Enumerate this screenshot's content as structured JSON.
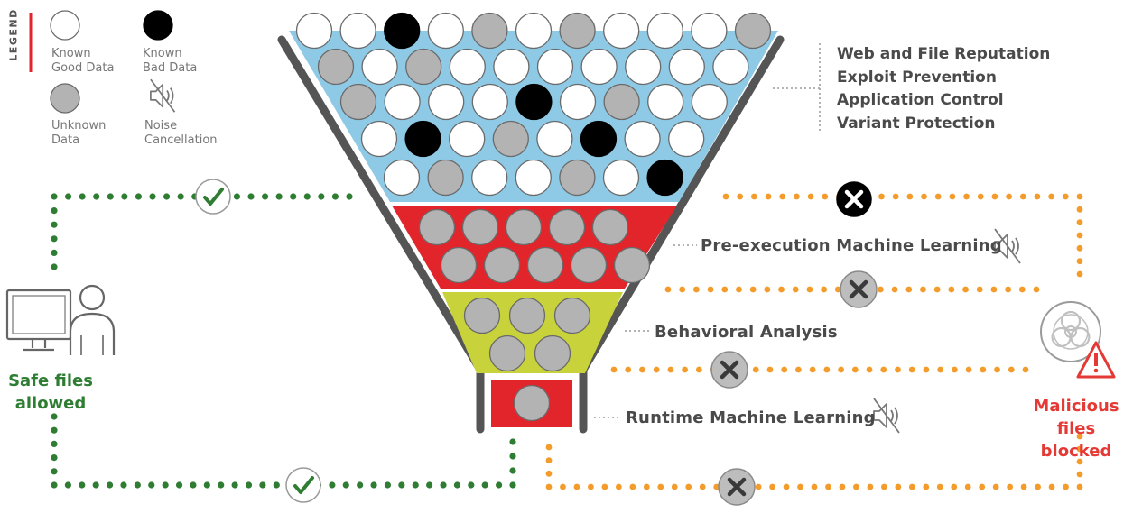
{
  "legend": {
    "title": "LEGEND",
    "known_good": "Known\nGood Data",
    "known_bad": "Known\nBad Data",
    "unknown": "Unknown\nData",
    "noise": "Noise\nCancellation"
  },
  "funnel": {
    "top_layer_rows": [
      [
        "w",
        "w",
        "b",
        "w",
        "g",
        "w",
        "g",
        "w",
        "w",
        "w",
        "g"
      ],
      [
        "g",
        "w",
        "g",
        "w",
        "w",
        "w",
        "w",
        "w",
        "w",
        "w"
      ],
      [
        "g",
        "w",
        "w",
        "w",
        "b",
        "w",
        "g",
        "w",
        "w"
      ],
      [
        "w",
        "b",
        "w",
        "g",
        "w",
        "b",
        "w",
        "w"
      ],
      [
        "w",
        "g",
        "w",
        "w",
        "g",
        "w",
        "b"
      ]
    ],
    "red_layer_rows": [
      5,
      5
    ],
    "yellow_layer_rows": [
      3,
      2
    ],
    "runtime_layer_count": 1
  },
  "labels": {
    "reputation_list": [
      "Web and File Reputation",
      "Exploit Prevention",
      "Application Control",
      "Variant Protection"
    ],
    "pre_execution": "Pre-execution Machine Learning",
    "behavioral": "Behavioral Analysis",
    "runtime": "Runtime Machine Learning"
  },
  "outcomes": {
    "safe": [
      "Safe files",
      "allowed"
    ],
    "malicious": [
      "Malicious",
      "files blocked"
    ]
  },
  "colors": {
    "good_path": "#2e7d32",
    "bad_path": "#f39c2b",
    "top_layer": "#8ecae6",
    "red_layer": "#e2252b",
    "yellow_layer": "#c8d23a",
    "funnel_wall": "#555555",
    "unknown_dot": "#b3b3b3",
    "bad_dot": "#000000",
    "malicious_text": "#e53935"
  },
  "icons": [
    "check-icon",
    "x-icon",
    "speaker-mute-icon",
    "computer-user-icon",
    "biohazard-icon",
    "warning-icon"
  ]
}
